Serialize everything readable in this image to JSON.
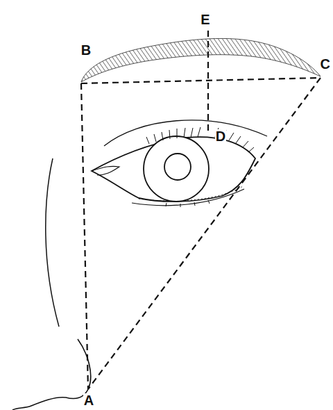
{
  "diagram": {
    "labels": [
      "E",
      "B",
      "C",
      "D",
      "A"
    ]
  }
}
